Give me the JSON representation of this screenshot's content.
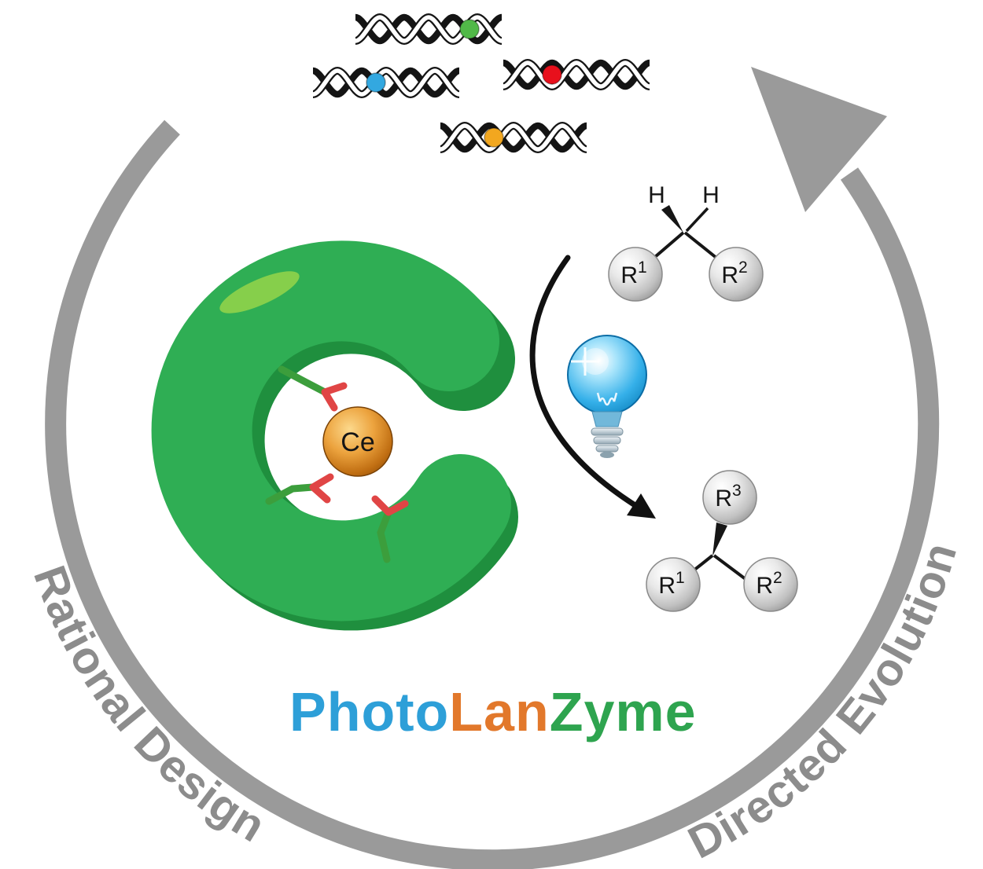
{
  "title": {
    "photo": "Photo",
    "lan": "Lan",
    "zyme": "Zyme"
  },
  "cycle": {
    "left_label": "Rational Design",
    "right_label": "Directed Evolution"
  },
  "enzyme": {
    "metal_label": "Ce"
  },
  "substrate": {
    "h_left": "H",
    "h_right": "H",
    "r1": "R",
    "r1_sup": "1",
    "r2": "R",
    "r2_sup": "2"
  },
  "product": {
    "r1": "R",
    "r1_sup": "1",
    "r2": "R",
    "r2_sup": "2",
    "r3": "R",
    "r3_sup": "3"
  },
  "colors": {
    "photo_blue": "#2D9FD8",
    "lan_orange": "#E2782B",
    "zyme_green": "#2EA44F",
    "enzyme_green": "#2FAE54",
    "enzyme_green_dark": "#1F8F3E",
    "cycle_gray": "#9A9A9A",
    "label_gray": "#8C8C8C",
    "cerium_orange": "#D98924",
    "bulb_blue": "#30AEE8",
    "dna_dot_green": "#51B948",
    "dna_dot_blue": "#33A8E0",
    "dna_dot_red": "#E8101C",
    "dna_dot_orange": "#F2A71F"
  },
  "icons": {
    "dna_helix_icon": "svg:double-helix",
    "light_bulb_icon": "svg:bulb",
    "cycle_arrow_icon": "svg:circular-arrow",
    "reaction_arrow_icon": "svg:curved-arrow"
  }
}
